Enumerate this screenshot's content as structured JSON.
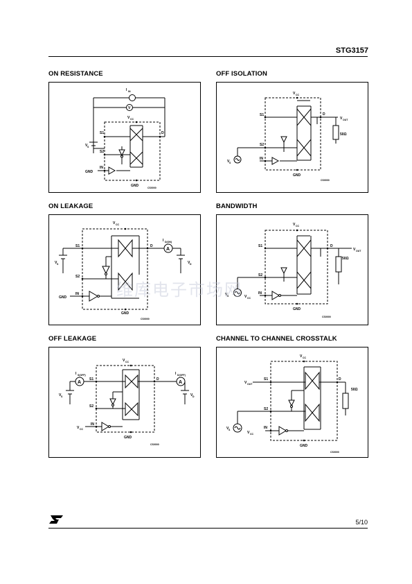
{
  "header": {
    "title": "STG3157"
  },
  "sections": {
    "on_resistance": {
      "title": "ON RESISTANCE",
      "code": "CS0000",
      "labels": {
        "iin": "I",
        "iin_sub": "IN",
        "v": "V",
        "vcc": "V",
        "vcc_sub": "CC",
        "s1": "S1",
        "s2": "S2",
        "in": "IN",
        "d": "D",
        "gnd_left": "GND",
        "gnd_bottom": "GND",
        "vs": "V",
        "vs_sub": "S"
      }
    },
    "off_isolation": {
      "title": "OFF ISOLATION",
      "code": "CS0000",
      "labels": {
        "vcc": "V",
        "vcc_sub": "CC",
        "s1": "S1",
        "s2": "S2",
        "in": "IN",
        "d": "D",
        "vout": "V",
        "vout_sub": "OUT",
        "r": "50Ω",
        "vs": "V",
        "vs_sub": "S",
        "gnd": "GND"
      }
    },
    "on_leakage": {
      "title": "ON LEAKAGE",
      "code": "CS0000",
      "labels": {
        "vcc": "V",
        "vcc_sub": "CC",
        "s1": "S1",
        "s2": "S2",
        "in": "IN",
        "d": "D",
        "ammeter_label": "I",
        "ammeter_sub": "D(ON)",
        "meter": "A",
        "vs": "V",
        "vs_sub": "S",
        "vd": "V",
        "vd_sub": "D",
        "gnd_left": "GND",
        "gnd_bottom": "GND"
      }
    },
    "bandwidth": {
      "title": "BANDWIDTH",
      "code": "CS0000",
      "labels": {
        "vcc": "V",
        "vcc_sub": "CC",
        "s1": "S1",
        "s2": "S2",
        "in": "IN",
        "d": "D",
        "vout": "V",
        "vout_sub": "OUT",
        "r": "50Ω",
        "vs": "V",
        "vs_sub": "S",
        "vcc_in": "V",
        "vcc_in_sub": "CC",
        "gnd": "GND"
      }
    },
    "off_leakage": {
      "title": "OFF LEAKAGE",
      "code": "CS0000",
      "labels": {
        "vcc": "V",
        "vcc_sub": "CC",
        "s1": "S1",
        "s2": "S2",
        "in": "IN",
        "d": "D",
        "is_label": "I",
        "is_sub": "S(OFF)",
        "id_label": "I",
        "id_sub": "D(OFF)",
        "meter": "A",
        "vs": "V",
        "vs_sub": "S",
        "vd": "V",
        "vd_sub": "D",
        "vcc_in": "V",
        "vcc_in_sub": "CC",
        "gnd": "GND"
      }
    },
    "crosstalk": {
      "title": "CHANNEL TO CHANNEL CROSSTALK",
      "code": "CS0000",
      "labels": {
        "vcc": "V",
        "vcc_sub": "CC",
        "s1": "S1",
        "s2": "S2",
        "in": "IN",
        "d": "D",
        "vout": "V",
        "vout_sub": "OUT",
        "r": "50Ω",
        "vs": "V",
        "vs_sub": "S",
        "vcc_in": "V",
        "vcc_in_sub": "CC",
        "gnd": "GND"
      }
    }
  },
  "footer": {
    "page": "5/10",
    "logo": "st-logo"
  },
  "watermark": "维库电子市场网"
}
